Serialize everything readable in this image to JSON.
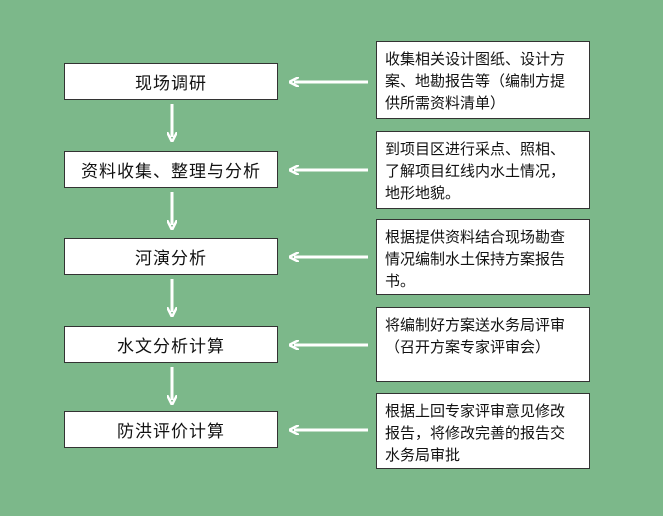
{
  "steps": [
    {
      "label": "现场调研"
    },
    {
      "label": "资料收集、整理与分析"
    },
    {
      "label": "河演分析"
    },
    {
      "label": "水文分析计算"
    },
    {
      "label": "防洪评价计算"
    }
  ],
  "notes": [
    {
      "text": "收集相关设计图纸、设计方\n案、地勘报告等（编制方提\n供所需资料清单）"
    },
    {
      "text": "到项目区进行采点、照相、\n了解项目红线内水土情况，\n地形地貌。"
    },
    {
      "text": "根据提供资料结合现场勘查\n情况编制水土保持方案报告\n书。"
    },
    {
      "text": "将编制好方案送水务局评审\n（召开方案专家评审会）"
    },
    {
      "text": "根据上回专家评审意见修改\n报告，将修改完善的报告交\n水务局审批"
    }
  ],
  "colors": {
    "background": "#7cb88a",
    "box_fill": "#ffffff",
    "box_border": "#333333",
    "arrow": "#ffffff"
  }
}
